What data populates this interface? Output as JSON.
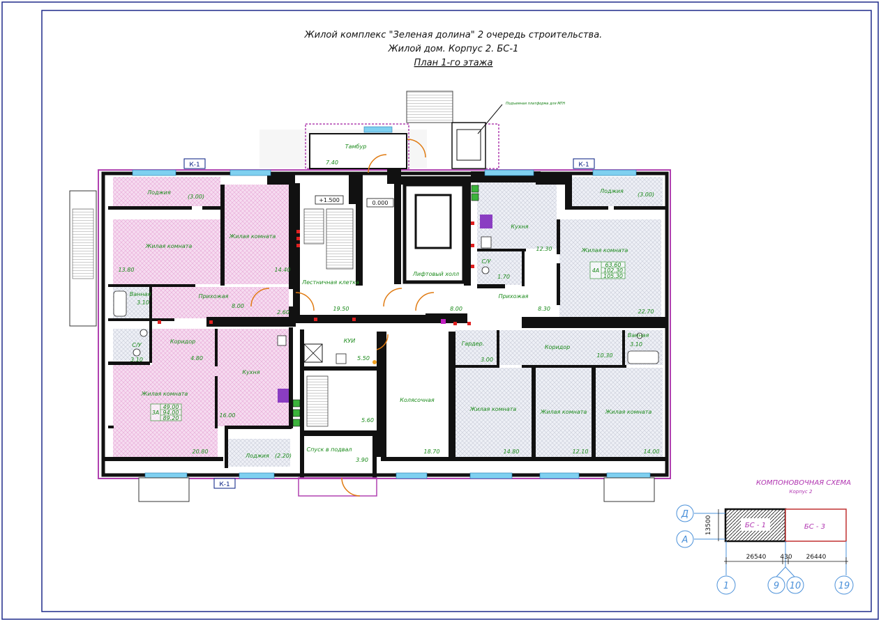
{
  "title": {
    "line1": "Жилой комплекс \"Зеленая долина\" 2 очередь строительства.",
    "line2": "Жилой дом. Корпус 2. БС-1",
    "line3": "План 1-го этажа"
  },
  "note_lift": "Подъемная платформа для МГН",
  "section_tags": [
    "К-1",
    "К-1",
    "К-1"
  ],
  "levels": {
    "stair": "+1.500",
    "lobby": "0.000"
  },
  "rooms": [
    {
      "name": "Лоджия",
      "area": "(3.00)"
    },
    {
      "name": "Жилая комната",
      "area": "13.80"
    },
    {
      "name": "Жилая комната",
      "area": "14.40"
    },
    {
      "name": "Ванная",
      "area": "3.10"
    },
    {
      "name": "Прихожая",
      "area": "8.00"
    },
    {
      "name": "С/У",
      "area": "3.10"
    },
    {
      "name": "Коридор",
      "area": "4.80"
    },
    {
      "name": "Кухня",
      "area": "16.00"
    },
    {
      "name": "Жилая комната",
      "area": "20.80"
    },
    {
      "name": "Лоджия",
      "area": "(2.20)"
    },
    {
      "name": "Тамбур",
      "area": "7.40"
    },
    {
      "name": "Лестничная клетка",
      "area": "19.50"
    },
    {
      "name": "КУИ",
      "area": "5.50"
    },
    {
      "name": "Спуск в подвал",
      "area": "3.90"
    },
    {
      "name": "Лифтовый холл",
      "area": "8.00"
    },
    {
      "name": "Колясочная",
      "area": "18.70"
    },
    {
      "name": "Кухня",
      "area": "12.30"
    },
    {
      "name": "С/У",
      "area": "1.70"
    },
    {
      "name": "Прихожая",
      "area": "8.30"
    },
    {
      "name": "Жилая комната",
      "area": "22.70"
    },
    {
      "name": "Лоджия",
      "area": "(3.00)"
    },
    {
      "name": "Гардер.",
      "area": "3.00"
    },
    {
      "name": "Коридор",
      "area": "10.30"
    },
    {
      "name": "Ванная",
      "area": "3.10"
    },
    {
      "name": "Жилая комната",
      "area": "14.80"
    },
    {
      "name": "Жилая комната",
      "area": "12.10"
    },
    {
      "name": "Жилая комната",
      "area": "14.00"
    }
  ],
  "lobby_numbers": [
    "2.60",
    "5.60"
  ],
  "apartments": [
    {
      "tag": "3А",
      "values": [
        "49.00",
        "94.00",
        "89.20"
      ]
    },
    {
      "tag": "4А",
      "values": [
        "63.60",
        "102.30",
        "105.30"
      ]
    }
  ],
  "scheme": {
    "title": "КОМПОНОВОЧНАЯ СХЕМА",
    "subtitle": "Корпус 2",
    "blocks": [
      "БС - 1",
      "БС - 3"
    ],
    "rows": [
      "Д",
      "А"
    ],
    "height": "13500",
    "dims": [
      "26540",
      "430",
      "26440"
    ],
    "cols": [
      "1",
      "9",
      "10",
      "19"
    ]
  },
  "colors": {
    "walls": "#111111",
    "exterior": "#b040b0",
    "text_rooms": "#1a8a1a",
    "scheme": "#b033b0",
    "axes": "#4a90d9",
    "tag": "#001a80"
  }
}
